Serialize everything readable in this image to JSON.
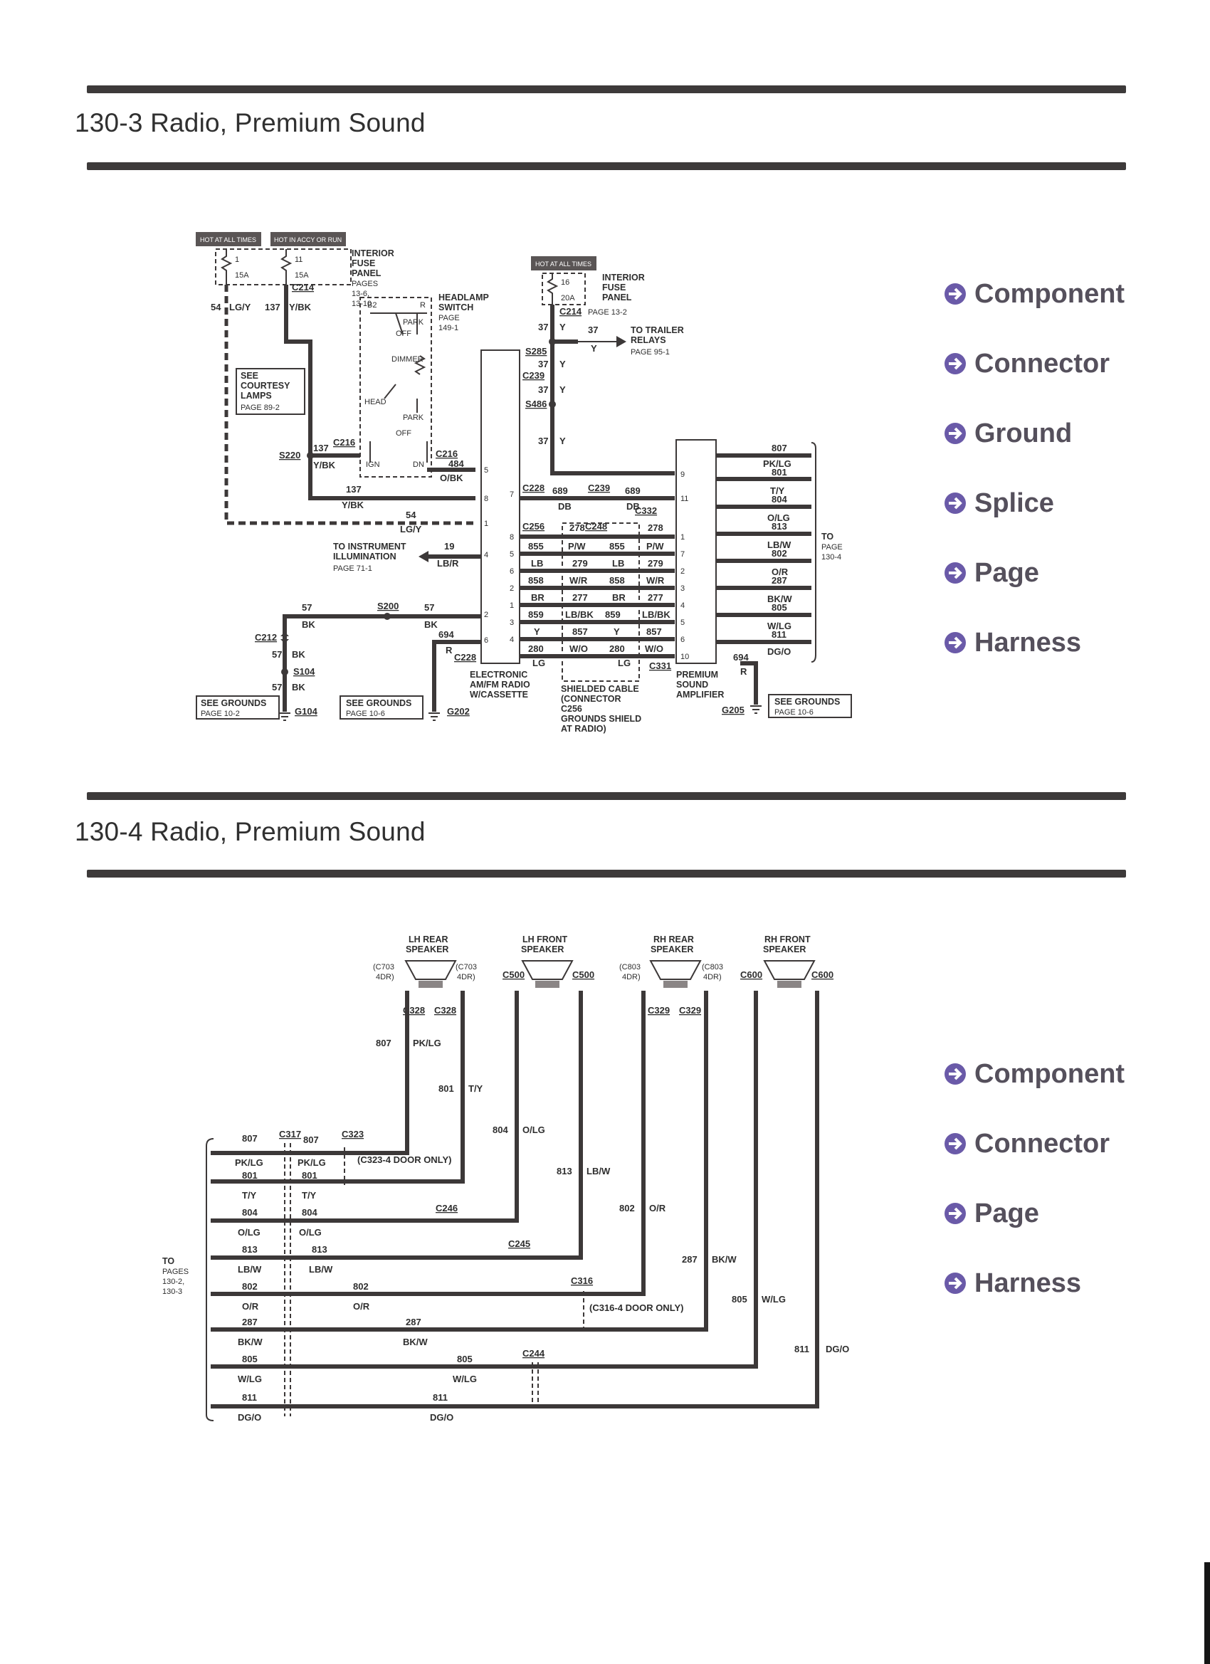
{
  "section1": {
    "title": "130-3 Radio, Premium Sound",
    "nav": [
      "Component",
      "Connector",
      "Ground",
      "Splice",
      "Page",
      "Harness"
    ]
  },
  "section2": {
    "title": "130-4 Radio, Premium Sound",
    "nav": [
      "Component",
      "Connector",
      "Page",
      "Harness"
    ]
  },
  "nav_color": "#55505c",
  "rule_color": "#3d3a3a",
  "icons": {
    "nav_arrow": "circle-arrow-right-icon",
    "ground": "ground-symbol-icon",
    "speaker": "speaker-icon"
  },
  "diagram1": {
    "tags": [
      "HOT AT ALL TIMES",
      "HOT IN ACCY OR RUN",
      "HOT AT ALL TIMES"
    ],
    "fuse1": [
      "1",
      "15A"
    ],
    "fuse2": [
      "11",
      "15A"
    ],
    "fuse3": [
      "16",
      "20A"
    ],
    "fuse_panel": [
      "INTERIOR",
      "FUSE",
      "PANEL",
      "PAGES",
      "13-6,",
      "13-10"
    ],
    "fuse_panel2": [
      "INTERIOR",
      "FUSE",
      "PANEL",
      "PAGE 13-2"
    ],
    "headlamp": [
      "HEADLAMP",
      "SWITCH",
      "PAGE",
      "149-1"
    ],
    "switch_labels": [
      "B2",
      "R",
      "PARK",
      "OFF",
      "DIMMER",
      "HEAD",
      "PARK",
      "OFF",
      "IGN",
      "DN"
    ],
    "courtesy": [
      "SEE",
      "COURTESY",
      "LAMPS",
      "PAGE 89-2"
    ],
    "trailer": [
      "TO TRAILER",
      "RELAYS",
      "PAGE 95-1"
    ],
    "instrument": [
      "TO INSTRUMENT",
      "ILLUMINATION",
      "PAGE 71-1"
    ],
    "radio": [
      "ELECTRONIC",
      "AM/FM RADIO",
      "W/CASSETTE"
    ],
    "shielded": [
      "SHIELDED CABLE",
      "(CONNECTOR",
      "C256",
      "GROUNDS SHIELD",
      "AT RADIO)"
    ],
    "amp": [
      "PREMIUM",
      "SOUND",
      "AMPLIFIER"
    ],
    "to_page": [
      "TO",
      "PAGE",
      "130-4"
    ],
    "grounds1": [
      "SEE GROUNDS",
      "PAGE 10-2"
    ],
    "grounds2": [
      "SEE GROUNDS",
      "PAGE 10-6"
    ],
    "grounds3": [
      "SEE GROUNDS",
      "PAGE 10-6"
    ],
    "connectors": {
      "C214a": "C214",
      "C214b": "C214",
      "S220": "S220",
      "C216a": "C216",
      "C216b": "C216",
      "S285": "S285",
      "C239a": "C239",
      "S486": "S486",
      "C228a": "C228",
      "C239b": "C239",
      "C332": "C332",
      "C256": "C256",
      "C248": "C248",
      "S200": "S200",
      "C212": "C212",
      "S104": "S104",
      "G104": "G104",
      "G202": "G202",
      "C228b": "C228",
      "C331": "C331",
      "G205": "G205"
    },
    "wire_labels": {
      "w54": "54",
      "lgy1": "LG/Y",
      "w137": "137",
      "ybk1": "Y/BK",
      "w137b": "137",
      "ybk2": "Y/BK",
      "w484": "484",
      "obk": "O/BK",
      "w137c": "137",
      "ybk3": "Y/BK",
      "w54b": "54",
      "lgy2": "LG/Y",
      "w37a": "37",
      "ya": "Y",
      "w37b": "37",
      "yb": "Y",
      "w37c": "37",
      "yc": "Y",
      "w37d": "37",
      "yd": "Y",
      "w37e": "37",
      "ye": "Y",
      "w689a": "689",
      "db1": "DB",
      "w689b": "689",
      "db2": "DB",
      "w19": "19",
      "lbr": "LB/R",
      "w57a": "57",
      "bk1": "BK",
      "w57b": "57",
      "bk2": "BK",
      "w57c": "57",
      "bk3": "BK",
      "w57d": "57",
      "bk4": "BK",
      "w694a": "694",
      "r1": "R",
      "w694b": "694",
      "r2": "R"
    },
    "radio_pins": [
      "5",
      "8",
      "1",
      "4",
      "2",
      "6"
    ],
    "radio_pins2": [
      "7",
      "8",
      "5",
      "6",
      "2",
      "1",
      "3",
      "4"
    ],
    "amp_pins": [
      "9",
      "11",
      "1",
      "7",
      "2",
      "3",
      "4",
      "5",
      "6",
      "10"
    ],
    "bundle_left": [
      [
        "855",
        "P/W"
      ],
      [
        "LB",
        "279"
      ],
      [
        "858",
        "W/R"
      ],
      [
        "BR",
        "277"
      ],
      [
        "859",
        "LB/BK"
      ],
      [
        "Y",
        "857"
      ],
      [
        "280",
        "W/O"
      ]
    ],
    "bundle_right": [
      [
        "855",
        "P/W"
      ],
      [
        "LB",
        "279"
      ],
      [
        "858",
        "W/R"
      ],
      [
        "BR",
        "277"
      ],
      [
        "859",
        "LB/BK"
      ],
      [
        "Y",
        "857"
      ],
      [
        "280",
        "W/O"
      ]
    ],
    "bundle_top": [
      "278",
      "278"
    ],
    "bundle_bottom": [
      "LG",
      "LG"
    ],
    "amp_out": [
      [
        "807",
        "PK/LG"
      ],
      [
        "801",
        "T/Y"
      ],
      [
        "804",
        "O/LG"
      ],
      [
        "813",
        "LB/W"
      ],
      [
        "802",
        "O/R"
      ],
      [
        "287",
        "BK/W"
      ],
      [
        "805",
        "W/LG"
      ],
      [
        "811",
        "DG/O"
      ]
    ]
  },
  "diagram2": {
    "speakers": [
      {
        "name": [
          "LH REAR",
          "SPEAKER"
        ],
        "conn_l": [
          "(C703",
          "4DR)"
        ],
        "conn_r": [
          "(C703",
          "4DR)"
        ],
        "bottom": [
          "C328",
          "C328"
        ]
      },
      {
        "name": [
          "LH FRONT",
          "SPEAKER"
        ],
        "conn_l": [
          "C500"
        ],
        "conn_r": [
          "C500"
        ],
        "bottom": []
      },
      {
        "name": [
          "RH REAR",
          "SPEAKER"
        ],
        "conn_l": [
          "(C803",
          "4DR)"
        ],
        "conn_r": [
          "(C803",
          "4DR)"
        ],
        "bottom": [
          "C329",
          "C329"
        ]
      },
      {
        "name": [
          "RH FRONT",
          "SPEAKER"
        ],
        "conn_l": [
          "C600"
        ],
        "conn_r": [
          "C600"
        ],
        "bottom": []
      }
    ],
    "to_pages": [
      "TO",
      "PAGES",
      "130-2,",
      "130-3"
    ],
    "left_labels": [
      [
        "807",
        "PK/LG"
      ],
      [
        "801",
        "T/Y"
      ],
      [
        "804",
        "O/LG"
      ],
      [
        "813",
        "LB/W"
      ],
      [
        "802",
        "O/R"
      ],
      [
        "287",
        "BK/W"
      ],
      [
        "805",
        "W/LG"
      ],
      [
        "811",
        "DG/O"
      ]
    ],
    "mid_labels": [
      [
        "807",
        "PK/LG"
      ],
      [
        "801",
        "T/Y"
      ],
      [
        "804",
        "O/LG"
      ],
      [
        "813",
        "LB/W"
      ],
      [
        "802",
        "O/R"
      ],
      [
        "287",
        "BK/W"
      ],
      [
        "805",
        "W/LG"
      ],
      [
        "811",
        "DG/O"
      ]
    ],
    "vert_labels": [
      [
        "807",
        "PK/LG"
      ],
      [
        "801",
        "T/Y"
      ],
      [
        "804",
        "O/LG"
      ],
      [
        "813",
        "LB/W"
      ],
      [
        "802",
        "O/R"
      ],
      [
        "287",
        "BK/W"
      ],
      [
        "805",
        "W/LG"
      ],
      [
        "811",
        "DG/O"
      ]
    ],
    "connectors": {
      "c317": "C317",
      "c323": "C323",
      "c323note": "(C323-4 DOOR ONLY)",
      "c246": "C246",
      "c245": "C245",
      "c316": "C316",
      "c316note": "(C316-4 DOOR ONLY)",
      "c244": "C244"
    }
  }
}
